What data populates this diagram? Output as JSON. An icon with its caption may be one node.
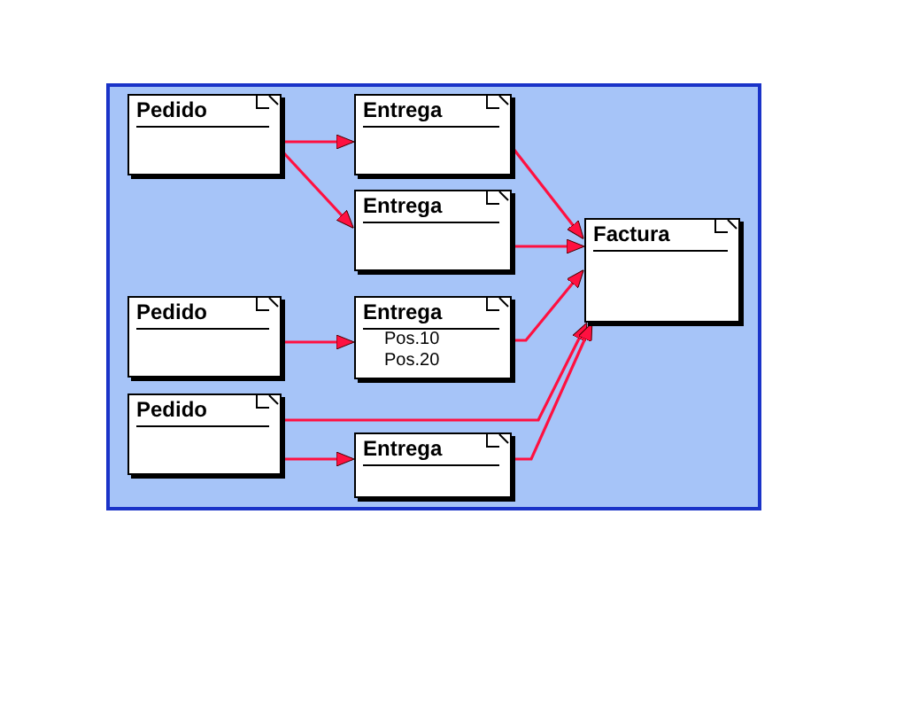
{
  "diagram": {
    "nodes": [
      {
        "text": [
          "Pedido"
        ]
      },
      {
        "text": [
          "Entrega"
        ]
      },
      {
        "text": [
          "Entrega"
        ]
      },
      {
        "text": [
          "Factura"
        ]
      },
      {
        "text": [
          "Pedido"
        ]
      },
      {
        "text": [
          "Entrega",
          "Pos.10",
          "Pos.20"
        ]
      },
      {
        "text": [
          "Pedido"
        ]
      },
      {
        "text": [
          "Entrega"
        ]
      }
    ],
    "edges": [
      {
        "from": 0,
        "to": 1,
        "arrow": "to"
      },
      {
        "from": 0,
        "to": 2,
        "arrow": "to"
      },
      {
        "from": 1,
        "to": 3,
        "arrow": "to"
      },
      {
        "from": 2,
        "to": 3,
        "arrow": "to"
      },
      {
        "from": 4,
        "to": 5,
        "arrow": "to"
      },
      {
        "from": 5,
        "to": 3,
        "arrow": "to"
      },
      {
        "from": 6,
        "to": 3,
        "arrow": "to"
      },
      {
        "from": 6,
        "to": 7,
        "arrow": "to"
      },
      {
        "from": 7,
        "to": 3,
        "arrow": "to"
      }
    ]
  }
}
